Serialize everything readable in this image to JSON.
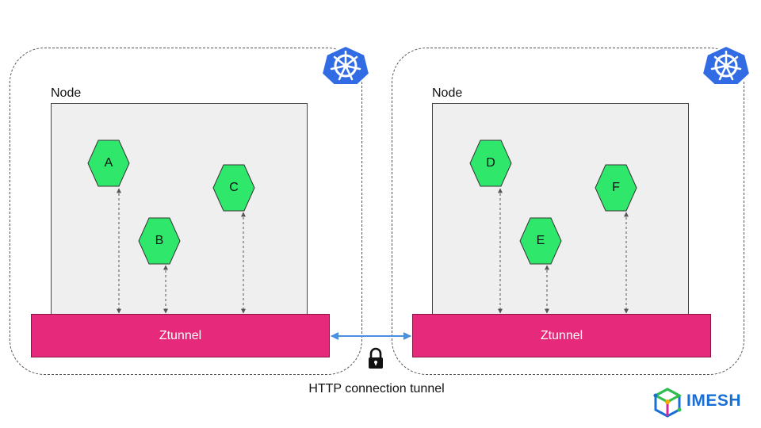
{
  "clusters": [
    {
      "node_label": "Node",
      "ztunnel_label": "Ztunnel",
      "pods": [
        {
          "label": "A"
        },
        {
          "label": "B"
        },
        {
          "label": "C"
        }
      ]
    },
    {
      "node_label": "Node",
      "ztunnel_label": "Ztunnel",
      "pods": [
        {
          "label": "D"
        },
        {
          "label": "E"
        },
        {
          "label": "F"
        }
      ]
    }
  ],
  "tunnel_label": "HTTP connection tunnel",
  "brand": "IMESH",
  "colors": {
    "pod_fill": "#2fe86b",
    "ztunnel_fill": "#e6297a",
    "k8s_blue": "#326ce5",
    "tunnel_arrow": "#4a8ee0",
    "brand_blue": "#1a6fd6"
  },
  "icons": {
    "cluster_logo": "kubernetes-icon",
    "tunnel_lock": "lock-icon",
    "brand_logo": "imesh-cube-icon"
  }
}
